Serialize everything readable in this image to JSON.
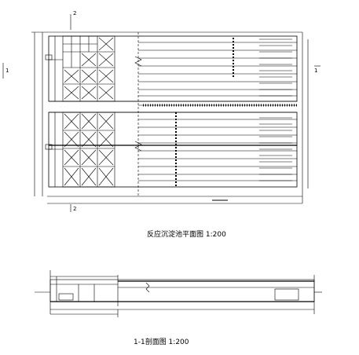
{
  "drawing": {
    "plan_title": "反应沉淀池平面图  1:200",
    "section_title": "1-1剖面图  1:200",
    "section_marks": {
      "left": "1",
      "right": "1",
      "top": "2",
      "bottom": "2"
    }
  }
}
